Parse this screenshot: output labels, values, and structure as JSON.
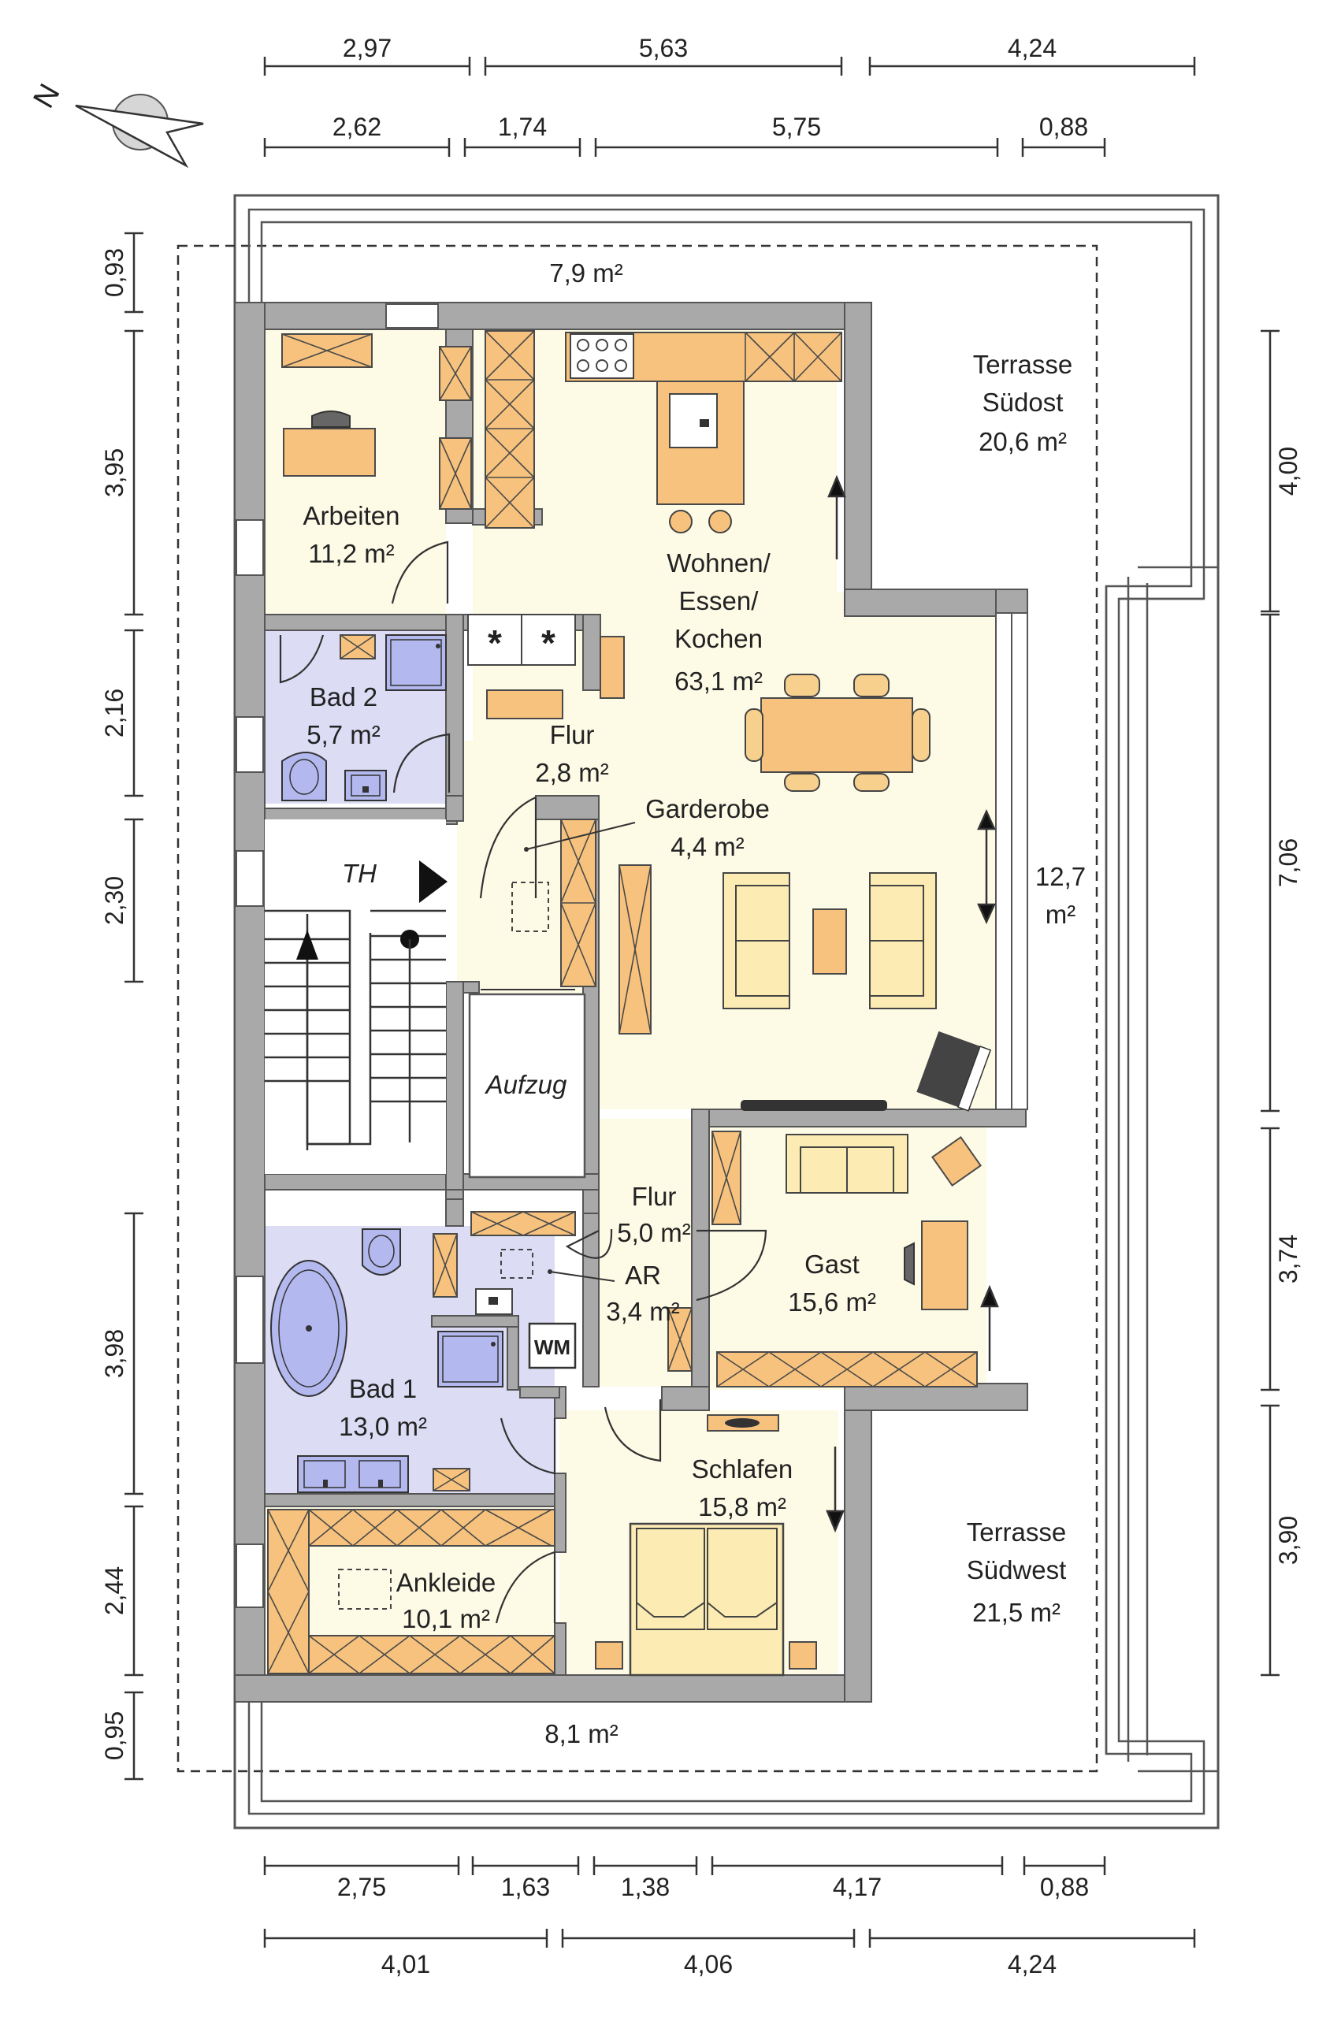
{
  "dimensions": {
    "top_row1": [
      "2,97",
      "5,63",
      "4,24"
    ],
    "top_row2": [
      "2,62",
      "1,74",
      "5,75",
      "0,88"
    ],
    "bottom_row1": [
      "2,75",
      "1,63",
      "1,38",
      "4,17",
      "0,88"
    ],
    "bottom_row2": [
      "4,01",
      "4,06",
      "4,24"
    ],
    "left": [
      "0,93",
      "3,95",
      "2,16",
      "2,30",
      "3,98",
      "2,44",
      "0,95"
    ],
    "right": [
      "4,00",
      "7,06",
      "3,74",
      "3,90"
    ]
  },
  "compass": {
    "label": "N",
    "icon": "compass-icon"
  },
  "rooms": {
    "terrace_top_area": "7,9 m²",
    "terrace_bottom_area": "8,1 m²",
    "terrace_southeast": {
      "line1": "Terrasse",
      "line2": "Südost",
      "area": "20,6 m²"
    },
    "terrace_southwest": {
      "line1": "Terrasse",
      "line2": "Südwest",
      "area": "21,5 m²"
    },
    "arbeiten": {
      "name": "Arbeiten",
      "area": "11,2 m²"
    },
    "wohnen": {
      "line1": "Wohnen/",
      "line2": "Essen/",
      "line3": "Kochen",
      "area": "63,1 m²"
    },
    "bad2": {
      "name": "Bad 2",
      "area": "5,7 m²"
    },
    "flur_top": {
      "name": "Flur",
      "area": "2,8 m²"
    },
    "garderobe": {
      "name": "Garderobe",
      "area": "4,4 m²"
    },
    "balcony": {
      "line1": "12,7",
      "line2": "m²"
    },
    "th": {
      "name": "TH"
    },
    "aufzug": {
      "name": "Aufzug"
    },
    "flur_bottom": {
      "name": "Flur",
      "area": "5,0 m²"
    },
    "ar": {
      "name": "AR",
      "area": "3,4 m²"
    },
    "gast": {
      "name": "Gast",
      "area": "15,6 m²"
    },
    "wm": {
      "name": "WM"
    },
    "bad1": {
      "name": "Bad 1",
      "area": "13,0 m²"
    },
    "schlafen": {
      "name": "Schlafen",
      "area": "15,8 m²"
    },
    "ankleide": {
      "name": "Ankleide",
      "area": "10,1 m²"
    }
  },
  "colors": {
    "floor": "#fdfbe6",
    "bath": "#dcdcf5",
    "wall": "#a9a9a9",
    "furniture": "#f7c27d",
    "sanitary": "#b3b8ee"
  }
}
